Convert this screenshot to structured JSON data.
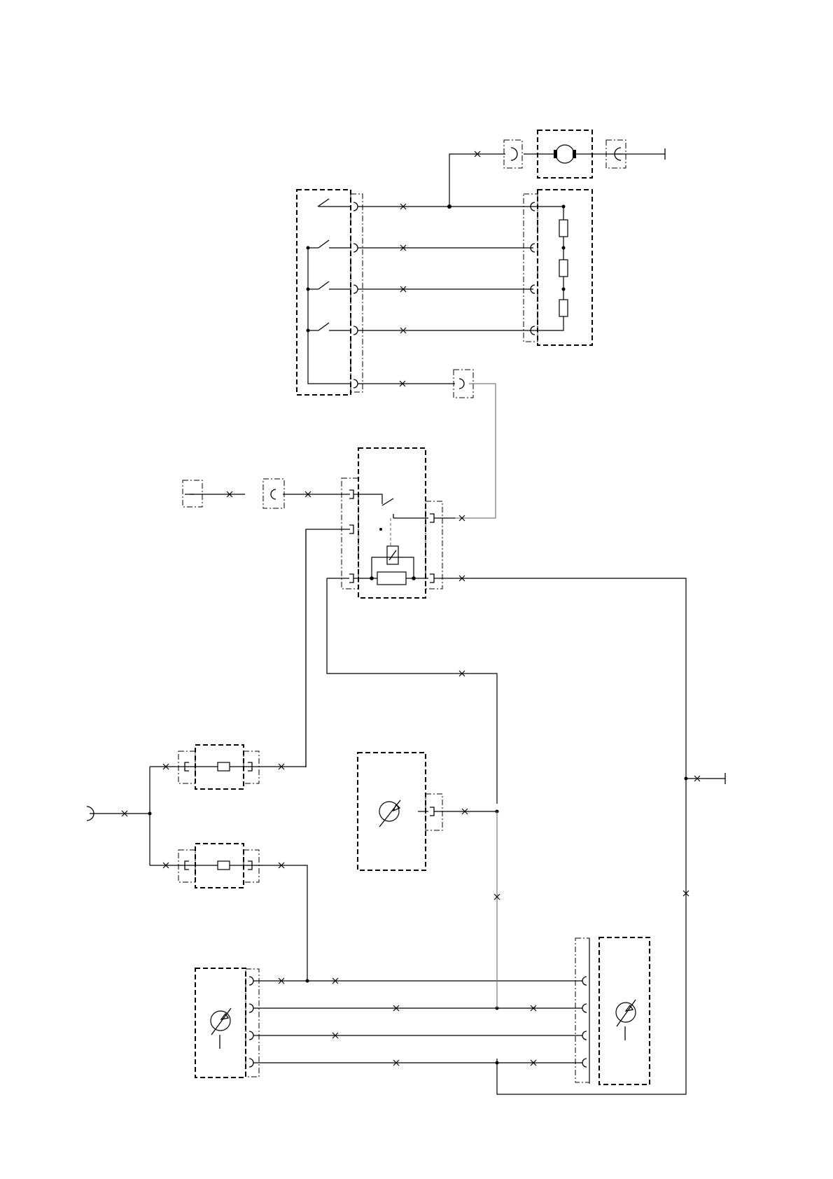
{
  "diagram": {
    "kind": "wiring-schematic",
    "text_labels": [],
    "components": [
      "dc-motor",
      "switch-bank",
      "resistor-bank",
      "relay",
      "fuse-1",
      "fuse-2",
      "pump",
      "sensor-left",
      "sensor-right",
      "ground-terminal",
      "power-input"
    ]
  }
}
